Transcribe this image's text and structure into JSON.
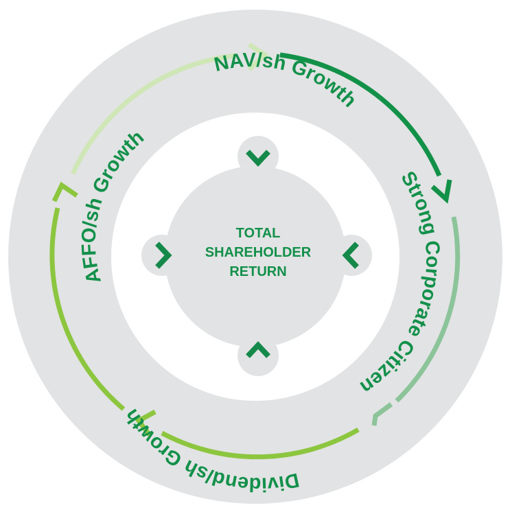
{
  "center": {
    "lines": [
      "TOTAL",
      "SHAREHOLDER",
      "RETURN"
    ]
  },
  "segments": [
    {
      "id": "nav",
      "label": "NAV/sh Growth"
    },
    {
      "id": "citizen",
      "label": "Strong Corporate Citizen"
    },
    {
      "id": "dividend",
      "label": "Dividend/sh Growth"
    },
    {
      "id": "affo",
      "label": "AFFO/sh Growth"
    }
  ],
  "colors": {
    "outer_disc": "#e2e3e4",
    "inner_disc": "#ffffff",
    "center_disc": "#e2e3e4",
    "label_text": "#12904a",
    "center_chevrons": "#14894a",
    "nav_arc": "#129148",
    "citizen_arc": "#8cc49a",
    "dividend_arc": "#8cc63f",
    "affo_arc": "#cfe6b6"
  },
  "icons": [
    "chevron-down-icon",
    "chevron-up-icon",
    "chevron-right-icon",
    "chevron-left-icon"
  ]
}
